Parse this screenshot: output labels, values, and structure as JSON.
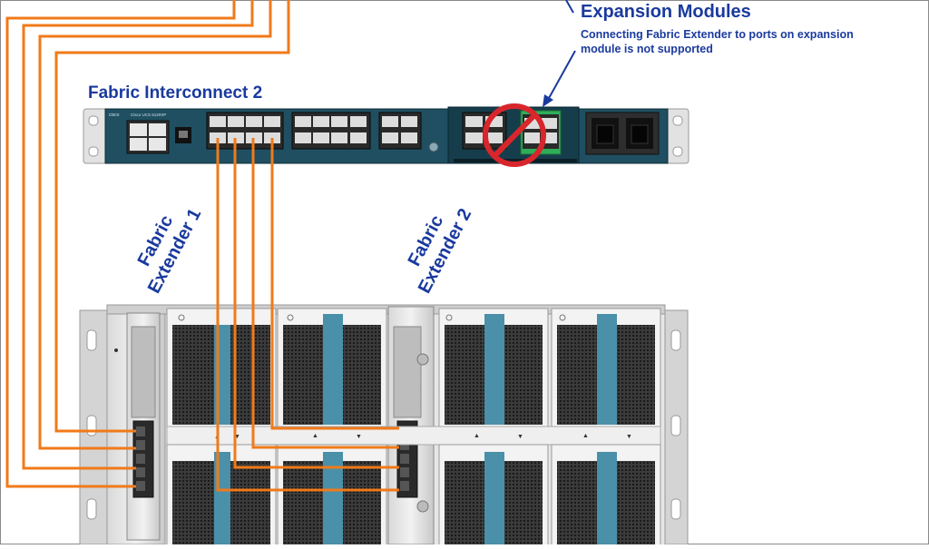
{
  "annotation": {
    "title": "Expansion Modules",
    "note_line1": "Connecting Fabric Extender to ports on expansion",
    "note_line2": "module is not supported"
  },
  "fabric_interconnect": {
    "title": "Fabric Interconnect 2",
    "model_text": "Cisco UCS 6120XP",
    "brand_text": "cisco"
  },
  "fabric_extenders": [
    {
      "line1": "Fabric",
      "line2": "Extender 1"
    },
    {
      "line1": "Fabric",
      "line2": "Extender 2"
    }
  ],
  "colors": {
    "cable": "#f07a1a",
    "label_blue": "#1a3a9e",
    "fi_body": "#1f4f61",
    "prohibited": "#d8262c",
    "module_green": "#2fae5a"
  }
}
